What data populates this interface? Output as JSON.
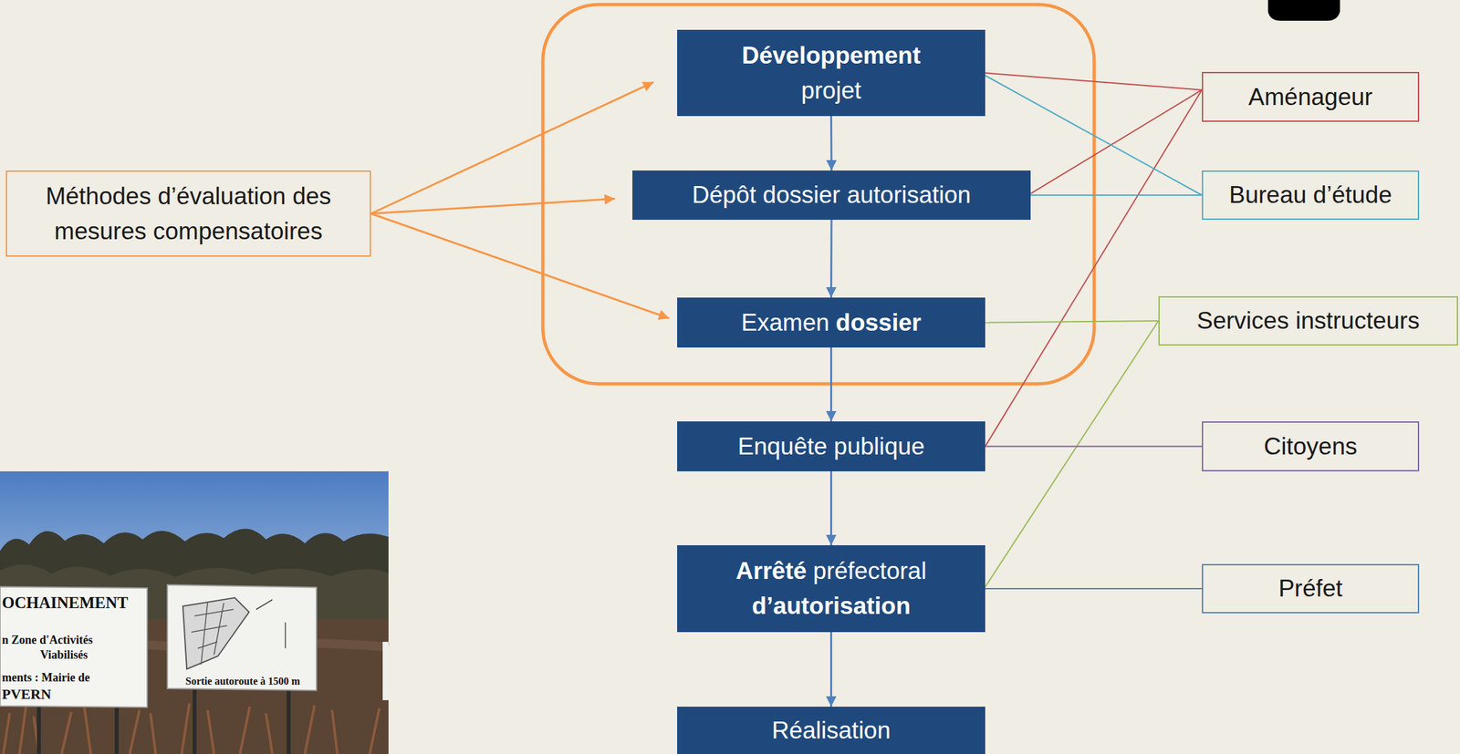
{
  "diagram": {
    "nodes": [
      {
        "text": [
          "Développement",
          "projet"
        ]
      },
      {
        "text": [
          "Dépôt dossier autorisation"
        ]
      },
      {
        "text": [
          "Examen",
          "dossier"
        ]
      },
      {
        "text": [
          "Enquête publique"
        ]
      },
      {
        "text": [
          "Arrêté",
          "préfectoral",
          "d’autorisation"
        ]
      },
      {
        "text": [
          "Réalisation"
        ]
      },
      {
        "text": [
          "Méthodes d’évaluation des mesures compensatoires"
        ]
      },
      {
        "text": [
          "Aménageur"
        ]
      },
      {
        "text": [
          "Bureau d’étude"
        ]
      },
      {
        "text": [
          "Services instructeurs"
        ]
      },
      {
        "text": [
          "Citoyens"
        ]
      },
      {
        "text": [
          "Préfet"
        ]
      }
    ],
    "edges": [
      {
        "from": 0,
        "to": 1,
        "arrow": "to"
      },
      {
        "from": 1,
        "to": 2,
        "arrow": "to"
      },
      {
        "from": 2,
        "to": 3,
        "arrow": "to"
      },
      {
        "from": 3,
        "to": 4,
        "arrow": "to"
      },
      {
        "from": 4,
        "to": 5,
        "arrow": "to"
      },
      {
        "from": 6,
        "to": 0,
        "arrow": "to"
      },
      {
        "from": 6,
        "to": 1,
        "arrow": "to"
      },
      {
        "from": 6,
        "to": 2,
        "arrow": "to"
      },
      {
        "from": 7,
        "to": 0,
        "arrow": "none"
      },
      {
        "from": 7,
        "to": 1,
        "arrow": "none"
      },
      {
        "from": 7,
        "to": 3,
        "arrow": "none"
      },
      {
        "from": 8,
        "to": 0,
        "arrow": "none"
      },
      {
        "from": 8,
        "to": 1,
        "arrow": "none"
      },
      {
        "from": 9,
        "to": 2,
        "arrow": "none"
      },
      {
        "from": 9,
        "to": 4,
        "arrow": "none"
      },
      {
        "from": 10,
        "to": 3,
        "arrow": "none"
      },
      {
        "from": 11,
        "to": 4,
        "arrow": "none"
      }
    ],
    "labels": [
      "OCHAINEMENT",
      "n Zone d'Activités",
      "Viabilisés",
      "ments : Mairie de",
      "PVERN",
      "Sortie autoroute à 1500 m"
    ]
  }
}
